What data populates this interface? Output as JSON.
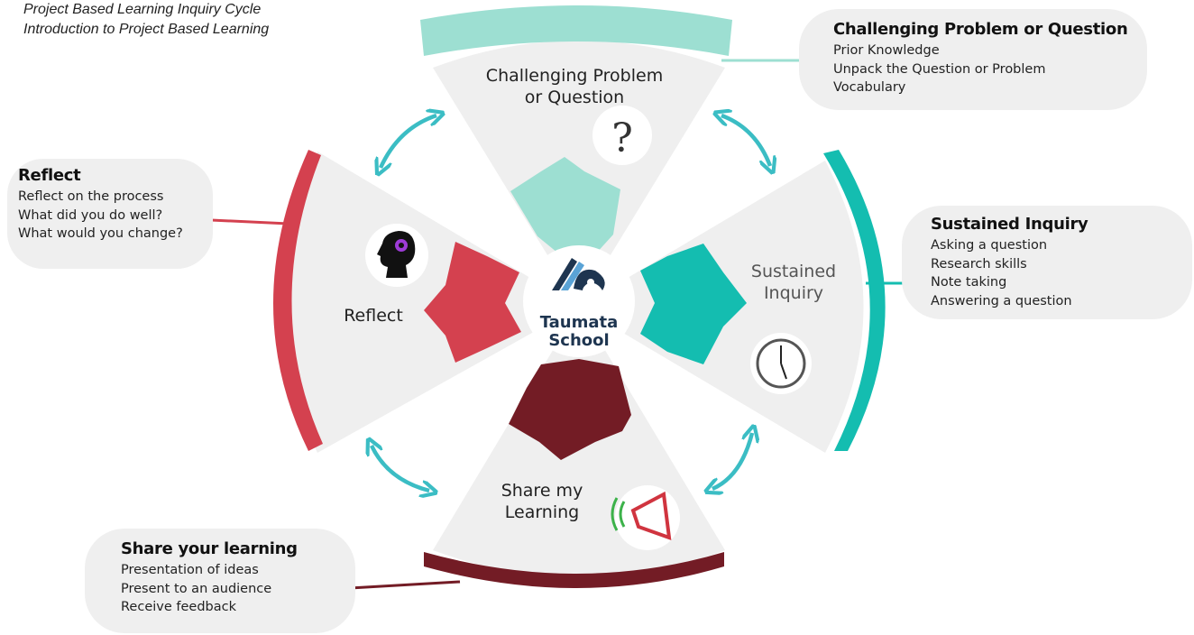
{
  "header": {
    "line1": "Project Based Learning Inquiry Cycle",
    "line2": "Introduction to Project Based Learning"
  },
  "center_logo": {
    "line1": "Taumata",
    "line2": "School"
  },
  "segments": {
    "top": {
      "label_line1": "Challenging Problem",
      "label_line2": "or Question",
      "icon": "question-mark-icon",
      "color": "#9ddfd2"
    },
    "right": {
      "label_line1": "Sustained",
      "label_line2": "Inquiry",
      "icon": "clock-icon",
      "color": "#14bdb0"
    },
    "bottom": {
      "label_line1": "Share my",
      "label_line2": "Learning",
      "icon": "megaphone-icon",
      "color": "#731c25"
    },
    "left": {
      "label_line1": "Reflect",
      "icon": "head-gear-icon",
      "color": "#d4414f"
    }
  },
  "callouts": {
    "top": {
      "title": "Challenging Problem or Question",
      "items": [
        "Prior Knowledge",
        "Unpack the Question or Problem",
        "Vocabulary"
      ]
    },
    "right": {
      "title": "Sustained Inquiry",
      "items": [
        "Asking a question",
        "Research skills",
        "Note taking",
        "Answering a question"
      ]
    },
    "left": {
      "title": "Reflect",
      "items": [
        "Reflect on the process",
        "What did you do well?",
        "What would you change?"
      ]
    },
    "bottom": {
      "title": "Share your learning",
      "items": [
        "Presentation of ideas",
        "Present to an audience",
        "Receive feedback"
      ]
    }
  },
  "arrow_color": "#3bbdc4"
}
